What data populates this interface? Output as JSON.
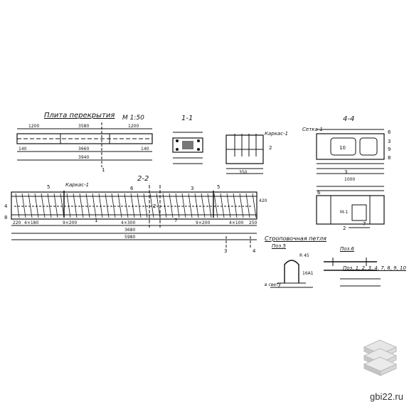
{
  "title": "Плита перекрытия",
  "scale": "М 1:50",
  "sec_1_1": "1-1",
  "sec_2_2": "2-2",
  "sec_4_4": "4-4",
  "karkas": "Каркас-1",
  "karkas_sec": "Каркас-1",
  "setka": "Сетка-1",
  "loop_title": "Строповочная петля",
  "poz5": "Поз.5",
  "poz6": "Поз.6",
  "poz_list": "Поз. 1, 2, 3, 4, 7, 8, 9, 10",
  "v_svetu": "в свету",
  "loop_rod": "16А1",
  "loop_rad": "R 45",
  "m1": "М-1",
  "dims": {
    "d1200a": "1200",
    "d3580": "3580",
    "d1200b": "1200",
    "d140a": "140",
    "d3660": "3660",
    "d140b": "140",
    "d3940": "3940",
    "d5980": "5980",
    "d220": "220",
    "d4x180": "4×180",
    "d9x200a": "9×200",
    "d4x300": "4×300",
    "d9x200b": "9×200",
    "d4x100": "4×100",
    "d250": "250",
    "d420": "420",
    "d3680": "3680",
    "d1000": "1000",
    "d350": "350"
  },
  "marks": {
    "m1": "1",
    "m2": "2",
    "m3": "3",
    "m4": "4",
    "m5": "5",
    "m6": "6",
    "m7": "7",
    "m8": "8",
    "m9": "9",
    "m10": "10",
    "c3": "3",
    "c4": "4",
    "c1": "1"
  },
  "brand": "gbi22.ru"
}
